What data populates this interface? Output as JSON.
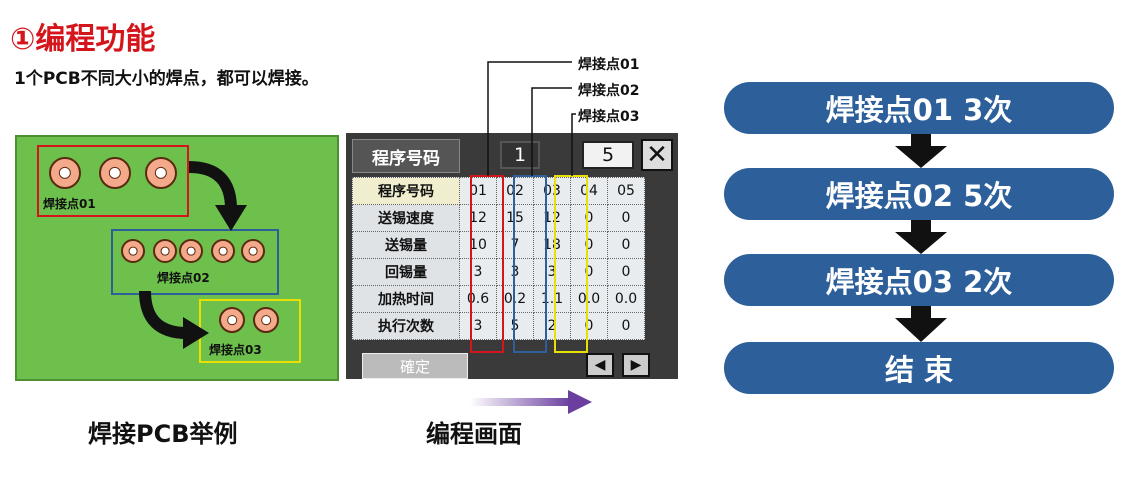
{
  "title": "①编程功能",
  "subtitle": "1个PCB不同大小的焊点，都可以焊接。",
  "pcb": {
    "caption": "焊接PCB举例",
    "groups": [
      {
        "label": "焊接点01",
        "color": "#d4151c"
      },
      {
        "label": "焊接点02",
        "color": "#2d5f9a"
      },
      {
        "label": "焊接点03",
        "color": "#e8e000"
      }
    ]
  },
  "screen": {
    "caption": "编程画面",
    "header": "程序号码",
    "program_no": "1",
    "step_no": "5",
    "close_icon": "close-icon",
    "columns": [
      "01",
      "02",
      "03",
      "04",
      "05"
    ],
    "rows": [
      {
        "label": "程序号码",
        "values": [
          "01",
          "02",
          "03",
          "04",
          "05"
        ]
      },
      {
        "label": "送锡速度",
        "values": [
          "12",
          "15",
          "12",
          "0",
          "0"
        ]
      },
      {
        "label": "送锡量",
        "values": [
          "10",
          "7",
          "18",
          "0",
          "0"
        ]
      },
      {
        "label": "回锡量",
        "values": [
          "3",
          "3",
          "3",
          "0",
          "0"
        ]
      },
      {
        "label": "加热时间",
        "values": [
          "0.6",
          "0.2",
          "1.1",
          "0.0",
          "0.0"
        ]
      },
      {
        "label": "执行次数",
        "values": [
          "3",
          "5",
          "2",
          "0",
          "0"
        ]
      }
    ],
    "confirm": "確定"
  },
  "callouts": [
    "焊接点01",
    "焊接点02",
    "焊接点03"
  ],
  "flow": {
    "steps": [
      "焊接点01 3次",
      "焊接点02  5次",
      "焊接点03  2次",
      "结 束"
    ],
    "color": "#2d5f9a"
  },
  "colors": {
    "red": "#d4151c",
    "blue": "#2d5f9a",
    "yellow": "#e8e000",
    "purple": "#6b3fa0"
  }
}
